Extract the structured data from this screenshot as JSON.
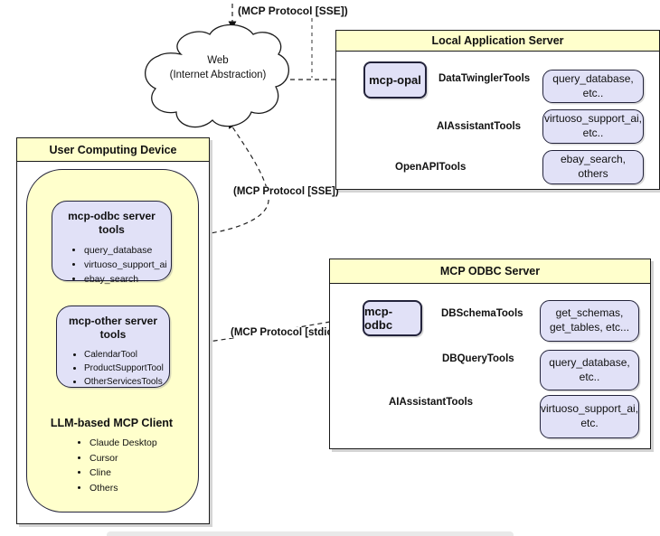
{
  "colors": {
    "panel_yellow": "#FFFFCC",
    "node_lavender": "#E1E1F7"
  },
  "labels": {
    "protocol_sse_top": "(MCP Protocol [SSE])",
    "protocol_sse_mid": "(MCP Protocol [SSE])",
    "protocol_stdio": "(MCP Protocol [stdio])"
  },
  "cloud": {
    "text": "Web\n(Internet Abstraction)"
  },
  "user_device": {
    "title": "User Computing Device",
    "odbc_tools": {
      "title": "mcp-odbc server\ntools",
      "items": [
        "query_database",
        "virtuoso_support_ai",
        "ebay_search"
      ]
    },
    "other_tools": {
      "title": "mcp-other server\ntools",
      "items": [
        "CalendarTool",
        "ProductSupportTool",
        "OtherServicesTools"
      ]
    },
    "client": {
      "title": "LLM-based MCP Client",
      "items": [
        "Claude Desktop",
        "Cursor",
        "Cline",
        "Others"
      ]
    }
  },
  "local_app_server": {
    "title": "Local Application Server",
    "node": "mcp-opal",
    "conn": [
      {
        "label": "DataTwinglerTools",
        "target": "query_database,\netc.."
      },
      {
        "label": "AIAssistantTools",
        "target": "virtuoso_support_ai,\netc.."
      },
      {
        "label": "OpenAPITools",
        "target": "ebay_search,\nothers"
      }
    ]
  },
  "odbc_server": {
    "title": "MCP ODBC Server",
    "node": "mcp-odbc",
    "conn": [
      {
        "label": "DBSchemaTools",
        "target": "get_schemas,\nget_tables, etc..."
      },
      {
        "label": "DBQueryTools",
        "target": "query_database,\netc.."
      },
      {
        "label": "AIAssistantTools",
        "target": "virtuoso_support_ai,\netc."
      }
    ]
  }
}
